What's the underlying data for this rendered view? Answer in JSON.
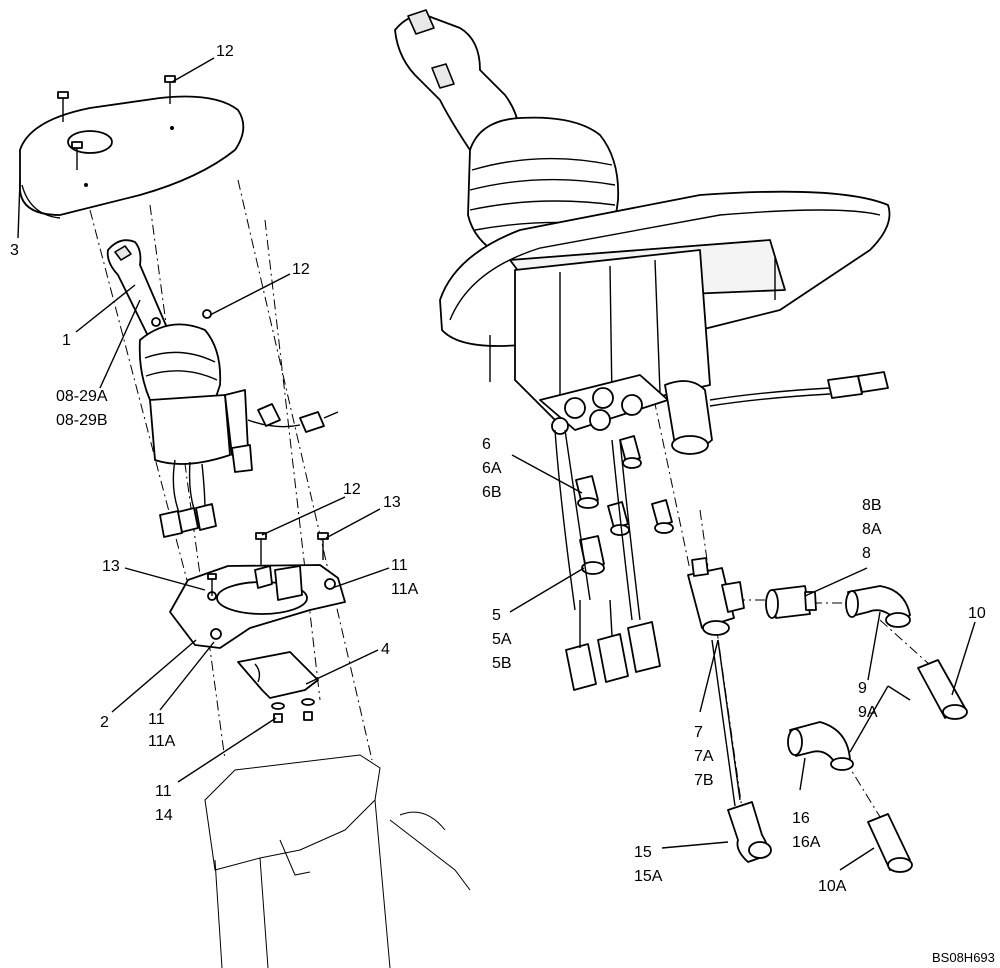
{
  "diagram": {
    "code": "BS08H693",
    "labels": {
      "l12a": "12",
      "l3": "3",
      "l12b": "12",
      "l1": "1",
      "l0829a": "08-29A",
      "l0829b": "08-29B",
      "l12c": "12",
      "l13a": "13",
      "l13b": "13",
      "l11a": "11",
      "l11aa": "11A",
      "l4": "4",
      "l2": "2",
      "l11b": "11",
      "l11ba": "11A",
      "l11c": "11",
      "l14": "14",
      "l6": "6",
      "l6a": "6A",
      "l6b": "6B",
      "l5": "5",
      "l5a": "5A",
      "l5b": "5B",
      "l8b": "8B",
      "l8a": "8A",
      "l8": "8",
      "l10": "10",
      "l9": "9",
      "l9a": "9A",
      "l7": "7",
      "l7a": "7A",
      "l7b": "7B",
      "l16": "16",
      "l16a": "16A",
      "l15": "15",
      "l15a": "15A",
      "l10a": "10A"
    }
  }
}
